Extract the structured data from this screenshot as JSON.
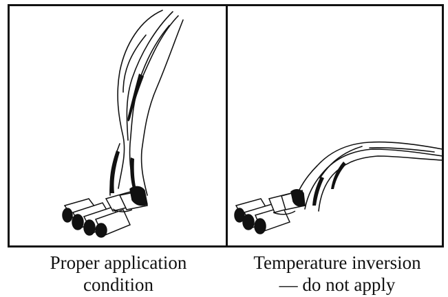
{
  "colors": {
    "ink": "#111111",
    "paper": "#ffffff"
  },
  "panels": [
    {
      "caption_line1": "Proper application",
      "caption_line2": "condition"
    },
    {
      "caption_line1": "Temperature inversion",
      "caption_line2": "— do not apply"
    }
  ]
}
